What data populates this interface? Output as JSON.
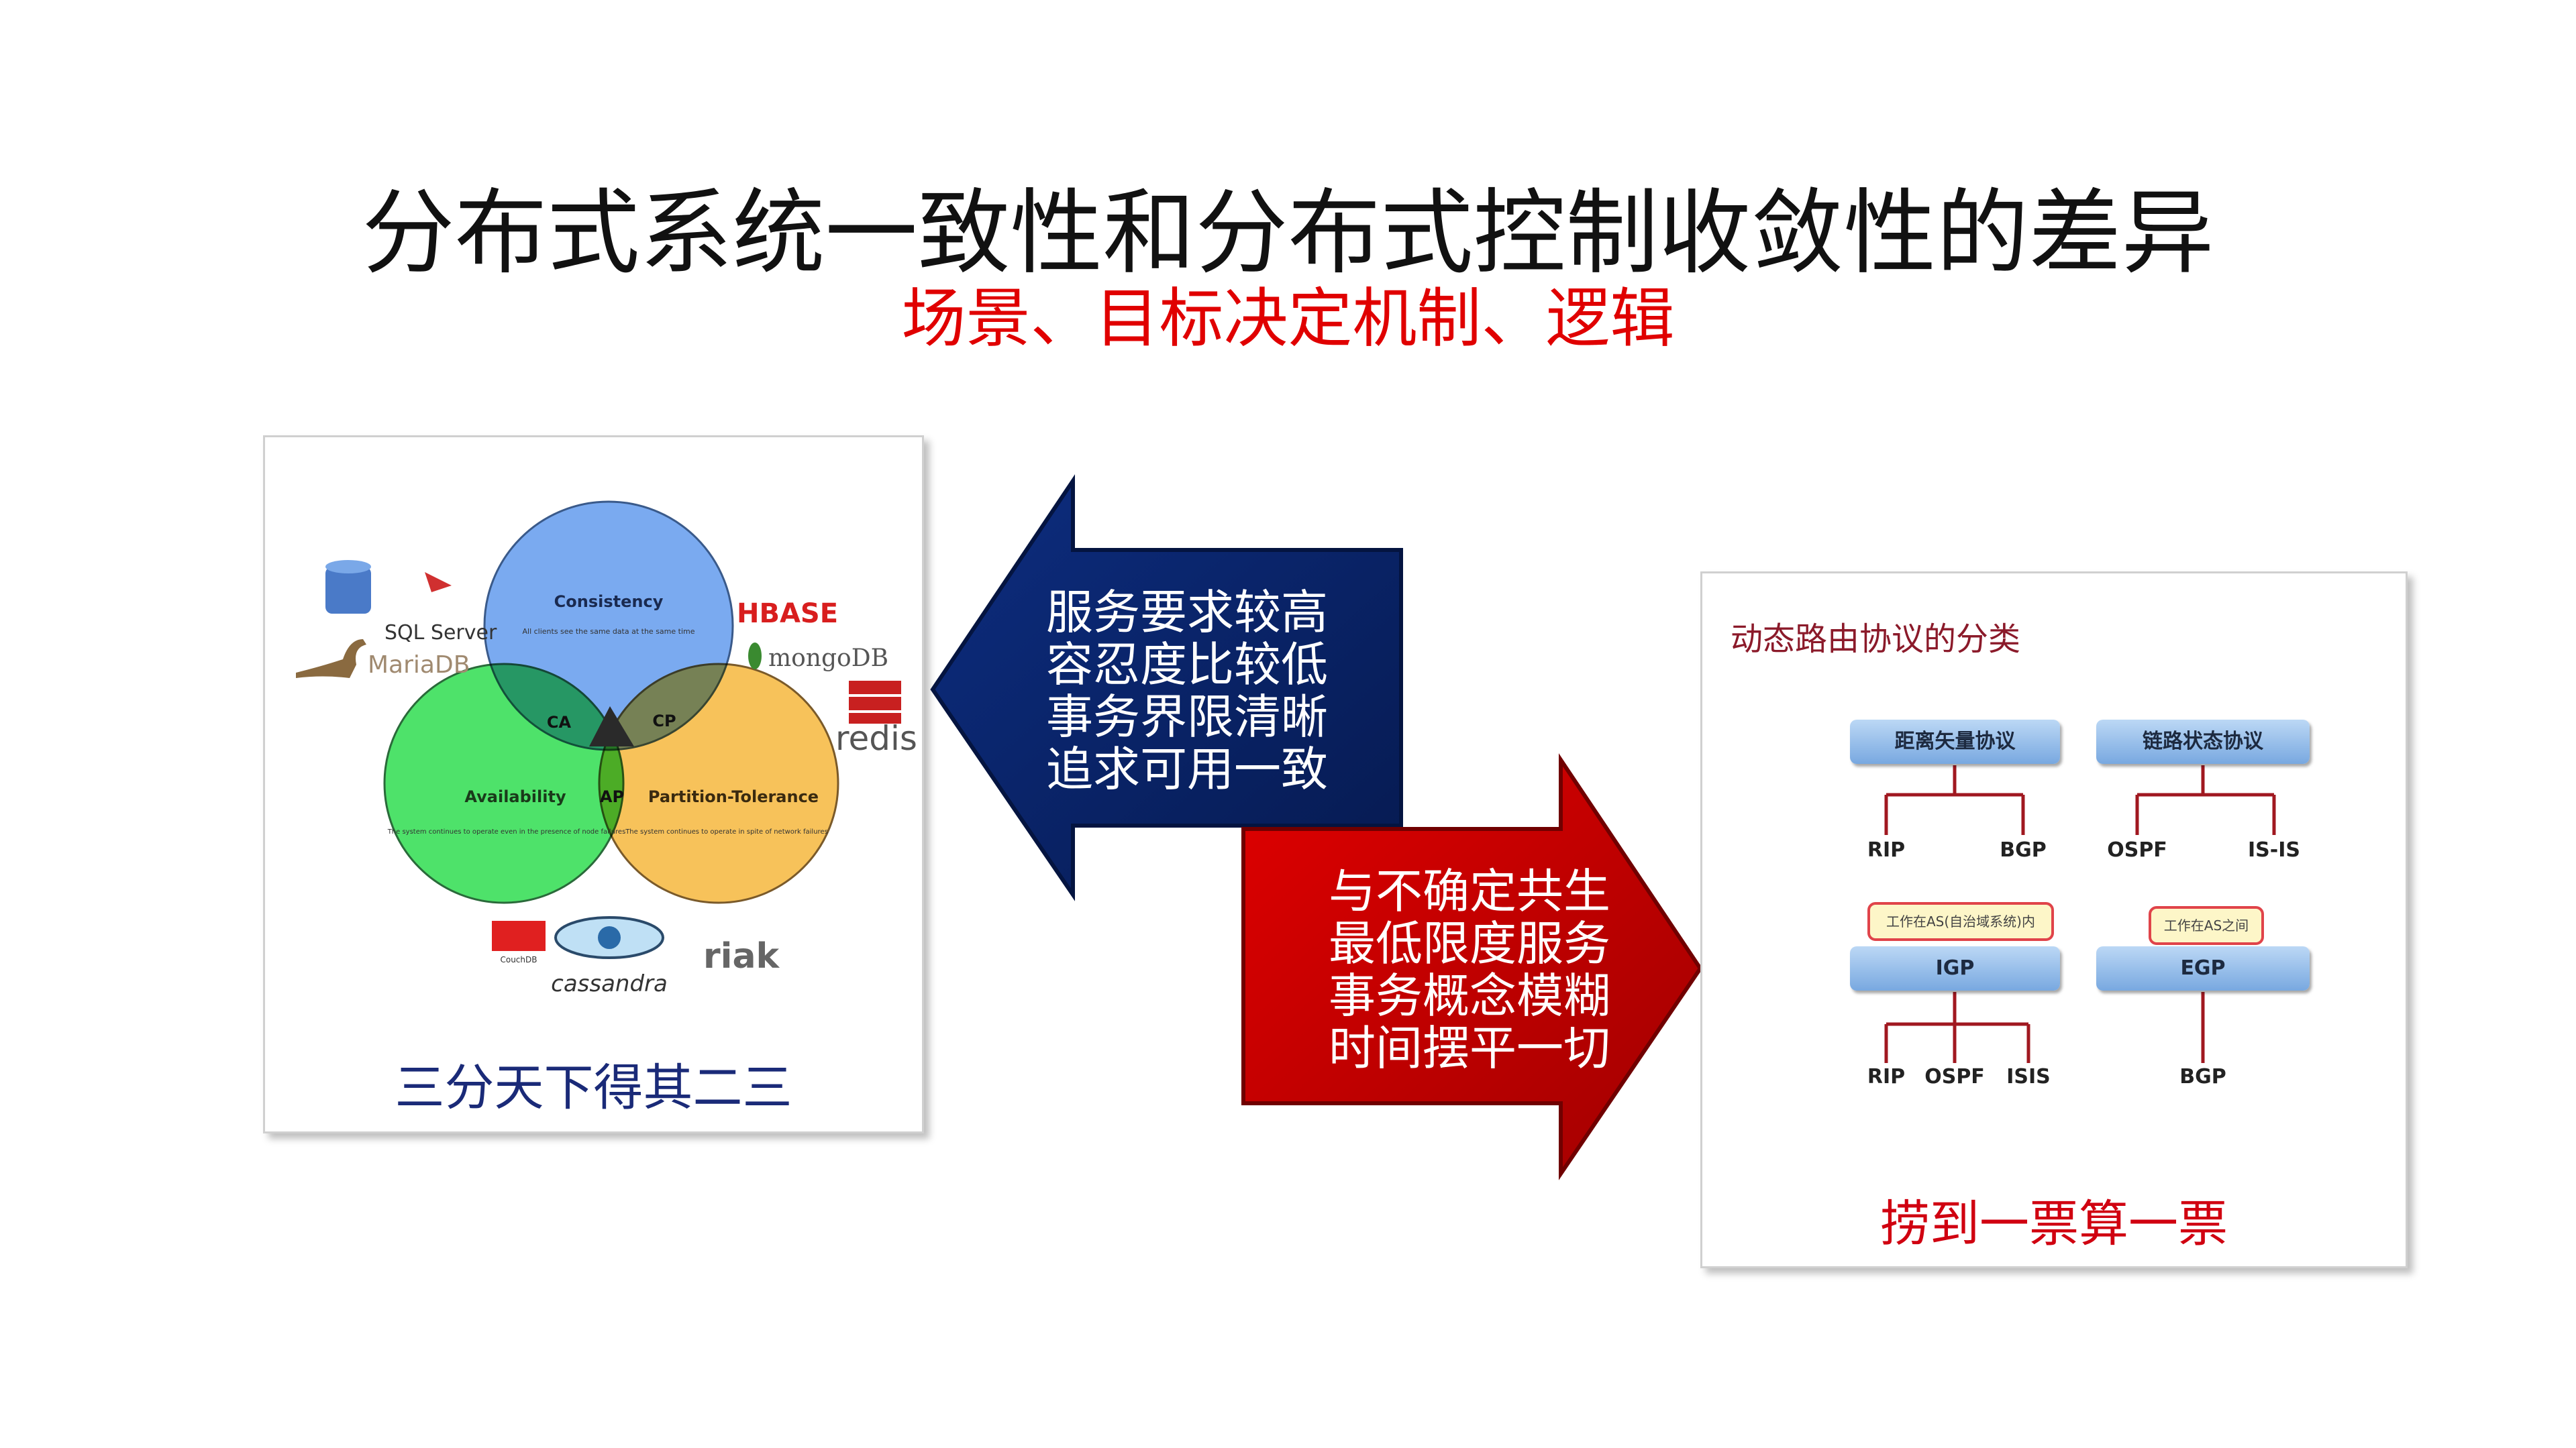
{
  "title": "分布式系统一致性和分布式控制收敛性的差异",
  "subtitle": "场景、目标决定机制、逻辑",
  "left_panel": {
    "venn": {
      "consistency": {
        "label": "Consistency",
        "desc": "All clients see the same data at the same time"
      },
      "availability": {
        "label": "Availability",
        "desc": "The system continues to operate even in the presence of node failures"
      },
      "partition": {
        "label": "Partition-Tolerance",
        "desc": "The system continues to operate in spite of network failures"
      },
      "ca": "CA",
      "cp": "CP",
      "ap": "AP",
      "colors": {
        "consistency": "#7aaaf0",
        "availability": "#4ee26a",
        "partition": "#f7c25a"
      }
    },
    "logos": {
      "sqlserver": "SQL Server",
      "mariadb": "MariaDB",
      "hbase": "HBASE",
      "mongodb": "mongoDB",
      "redis": "redis",
      "couchdb": "CouchDB",
      "cassandra": "cassandra",
      "riak": "riak"
    },
    "caption": "三分天下得其二三"
  },
  "blue_arrow": {
    "text": "服务要求较高\n容忍度比较低\n事务界限清晰\n追求可用一致",
    "color": "#0a2466"
  },
  "red_arrow": {
    "text": "与不确定共生\n最低限度服务\n事务概念模糊\n时间摆平一切",
    "color": "#cc0000"
  },
  "right_panel": {
    "title": "动态路由协议的分类",
    "distance_vector": {
      "label": "距离矢量协议",
      "children": [
        "RIP",
        "BGP"
      ]
    },
    "link_state": {
      "label": "链路状态协议",
      "children": [
        "OSPF",
        "IS-IS"
      ]
    },
    "igp": {
      "label": "IGP",
      "note": "工作在AS(自治域系统)内",
      "children": [
        "RIP",
        "OSPF",
        "ISIS"
      ]
    },
    "egp": {
      "label": "EGP",
      "note": "工作在AS之间",
      "children": [
        "BGP"
      ]
    },
    "caption": "捞到一票算一票"
  }
}
